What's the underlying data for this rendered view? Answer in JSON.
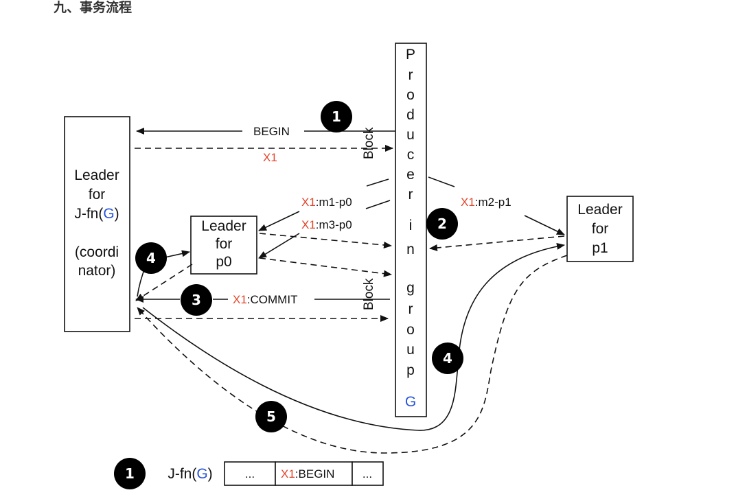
{
  "heading": "九、事务流程",
  "boxes": {
    "coordinator": {
      "lines": [
        "Leader",
        "for",
        "J-fn(",
        "G",
        ")",
        "(coordi",
        "nator)"
      ]
    },
    "p0": {
      "lines": [
        "Leader",
        "for",
        "p0"
      ]
    },
    "p1": {
      "lines": [
        "Leader",
        "for",
        "p1"
      ]
    },
    "producer": {
      "letters": [
        "P",
        "r",
        "o",
        "d",
        "u",
        "c",
        "e",
        "r",
        "i",
        "n",
        "g",
        "r",
        "o",
        "u",
        "p"
      ],
      "group_id": "G"
    }
  },
  "labels": {
    "begin": "BEGIN",
    "x1_top": "X1",
    "block": "Block",
    "x1": "X1",
    "m1p0": ":m1-p0",
    "m3p0": ":m3-p0",
    "m2p1": ":m2-p1",
    "commit": ":COMMIT"
  },
  "badges": [
    "1",
    "2",
    "3",
    "4",
    "4",
    "5"
  ],
  "log": {
    "step": "1",
    "name_prefix": "J-fn(",
    "name_g": "G",
    "name_suffix": ")",
    "cells": [
      "...",
      "X1",
      ":BEGIN",
      "..."
    ]
  },
  "colors": {
    "accent_red": "#e2452b",
    "accent_blue": "#2653d8",
    "line": "#111111"
  }
}
